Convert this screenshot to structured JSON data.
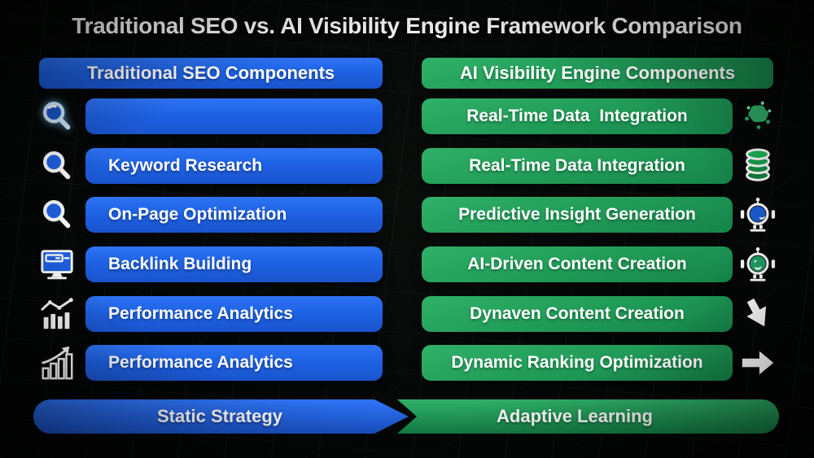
{
  "title": "Traditional SEO vs. AI Visibility Engine Framework Comparison",
  "colors": {
    "background": "#050807",
    "blue_accent": "#1f63e8",
    "green_accent": "#21a058",
    "text": "#ffffff"
  },
  "columns": {
    "left": {
      "header": "Traditional SEO Components",
      "rows": [
        {
          "label": "",
          "icon": "magnifier-glow-icon"
        },
        {
          "label": "Keyword Research",
          "icon": "magnifier-icon"
        },
        {
          "label": "On-Page Optimization",
          "icon": "magnifier-icon"
        },
        {
          "label": "Backlink Building",
          "icon": "browser-window-icon"
        },
        {
          "label": "Performance Analytics",
          "icon": "line-bar-chart-icon"
        },
        {
          "label": "Performance Analytics",
          "icon": "growth-bars-icon"
        }
      ],
      "footer": "Static Strategy"
    },
    "right": {
      "header": "AI Visibility Engine Components",
      "rows": [
        {
          "label": "Real-Time Data  Integration",
          "icon": "splash-icon"
        },
        {
          "label": "Real-Time Data Integration",
          "icon": "database-icon"
        },
        {
          "label": "Predictive Insight Generation",
          "icon": "robot-blue-icon"
        },
        {
          "label": "AI-Driven Content Creation",
          "icon": "robot-green-icon"
        },
        {
          "label": "Dynaven Content Creation",
          "icon": "arrow-down-icon"
        },
        {
          "label": "Dynamic Ranking Optimization",
          "icon": "arrow-right-icon"
        }
      ],
      "footer": "Adaptive Learning"
    }
  }
}
